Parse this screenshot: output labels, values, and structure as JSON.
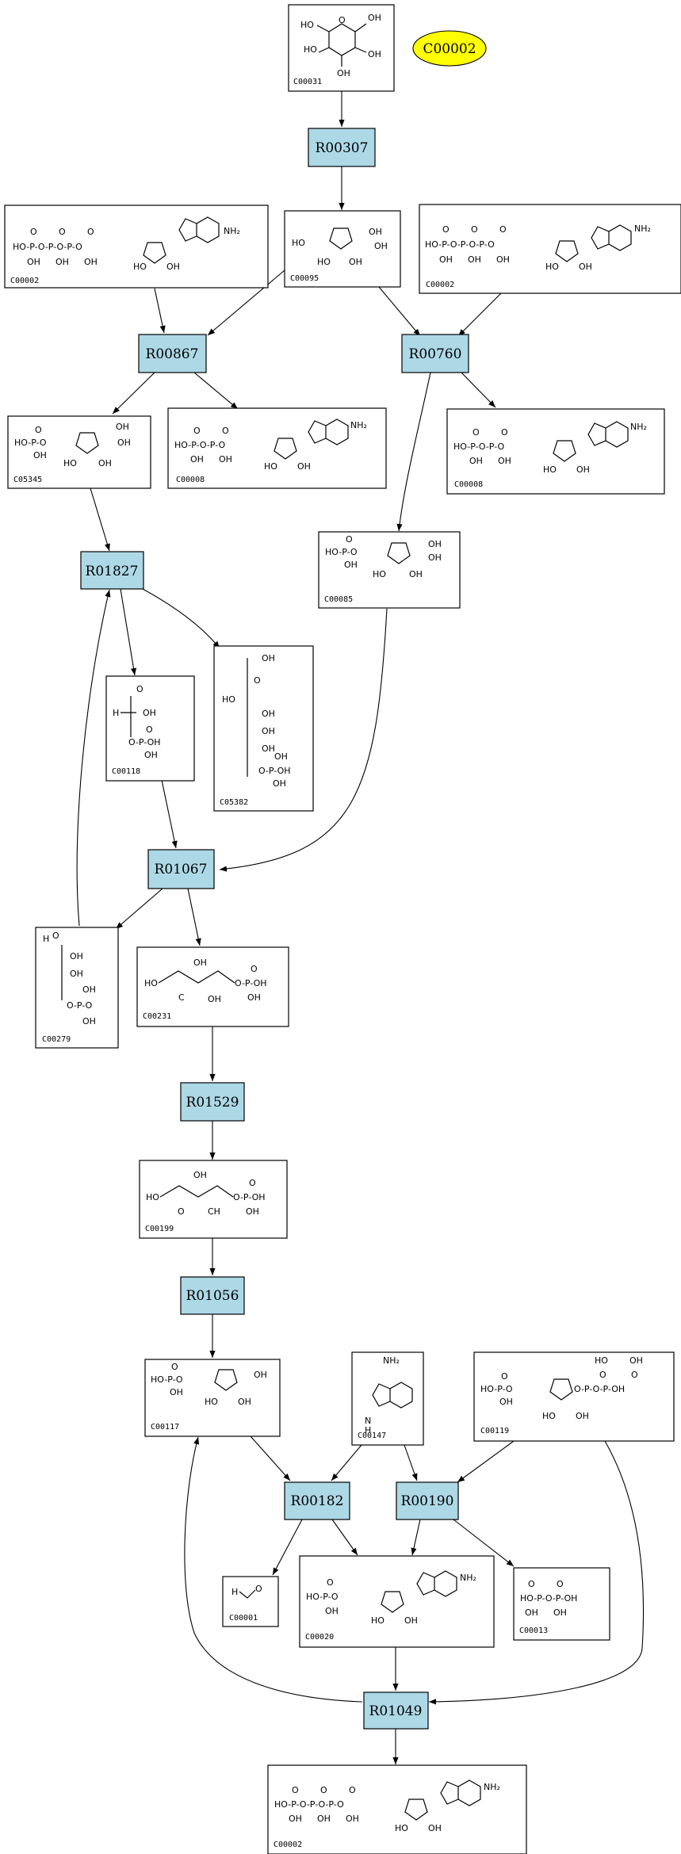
{
  "diagram": {
    "highlight": {
      "label": "C00002",
      "fill": "#FFFF00"
    },
    "colors": {
      "reaction_fill": "#ADD8E6",
      "compound_fill": "#FFFFFF",
      "stroke": "#000000"
    },
    "nodes": [
      {
        "id": "n_c00031",
        "kind": "compound",
        "label": "C00031"
      },
      {
        "id": "n_r00307",
        "kind": "reaction",
        "label": "R00307"
      },
      {
        "id": "n_c00002a",
        "kind": "compound",
        "label": "C00002"
      },
      {
        "id": "n_c00095",
        "kind": "compound",
        "label": "C00095"
      },
      {
        "id": "n_c00002b",
        "kind": "compound",
        "label": "C00002"
      },
      {
        "id": "n_r00867",
        "kind": "reaction",
        "label": "R00867"
      },
      {
        "id": "n_r00760",
        "kind": "reaction",
        "label": "R00760"
      },
      {
        "id": "n_c05345",
        "kind": "compound",
        "label": "C05345"
      },
      {
        "id": "n_c00008a",
        "kind": "compound",
        "label": "C00008"
      },
      {
        "id": "n_c00008b",
        "kind": "compound",
        "label": "C00008"
      },
      {
        "id": "n_c00085",
        "kind": "compound",
        "label": "C00085"
      },
      {
        "id": "n_r01827",
        "kind": "reaction",
        "label": "R01827"
      },
      {
        "id": "n_c00118",
        "kind": "compound",
        "label": "C00118"
      },
      {
        "id": "n_c05382",
        "kind": "compound",
        "label": "C05382"
      },
      {
        "id": "n_r01067",
        "kind": "reaction",
        "label": "R01067"
      },
      {
        "id": "n_c00279",
        "kind": "compound",
        "label": "C00279"
      },
      {
        "id": "n_c00231",
        "kind": "compound",
        "label": "C00231"
      },
      {
        "id": "n_r01529",
        "kind": "reaction",
        "label": "R01529"
      },
      {
        "id": "n_c00199",
        "kind": "compound",
        "label": "C00199"
      },
      {
        "id": "n_r01056",
        "kind": "reaction",
        "label": "R01056"
      },
      {
        "id": "n_c00117",
        "kind": "compound",
        "label": "C00117"
      },
      {
        "id": "n_c00147",
        "kind": "compound",
        "label": "C00147"
      },
      {
        "id": "n_c00119",
        "kind": "compound",
        "label": "C00119"
      },
      {
        "id": "n_r00182",
        "kind": "reaction",
        "label": "R00182"
      },
      {
        "id": "n_r00190",
        "kind": "reaction",
        "label": "R00190"
      },
      {
        "id": "n_c00001",
        "kind": "compound",
        "label": "C00001"
      },
      {
        "id": "n_c00020",
        "kind": "compound",
        "label": "C00020"
      },
      {
        "id": "n_c00013",
        "kind": "compound",
        "label": "C00013"
      },
      {
        "id": "n_r01049",
        "kind": "reaction",
        "label": "R01049"
      },
      {
        "id": "n_c00002c",
        "kind": "compound",
        "label": "C00002"
      }
    ],
    "edges": [
      [
        "n_c00031",
        "n_r00307"
      ],
      [
        "n_r00307",
        "n_c00095"
      ],
      [
        "n_c00002a",
        "n_r00867"
      ],
      [
        "n_c00095",
        "n_r00867"
      ],
      [
        "n_c00095",
        "n_r00760"
      ],
      [
        "n_c00002b",
        "n_r00760"
      ],
      [
        "n_r00867",
        "n_c05345"
      ],
      [
        "n_r00867",
        "n_c00008a"
      ],
      [
        "n_r00760",
        "n_c00008b"
      ],
      [
        "n_r00760",
        "n_c00085"
      ],
      [
        "n_c05345",
        "n_r01827"
      ],
      [
        "n_r01827",
        "n_c00118"
      ],
      [
        "n_r01827",
        "n_c05382"
      ],
      [
        "n_c00279",
        "n_r01827"
      ],
      [
        "n_c00118",
        "n_r01067"
      ],
      [
        "n_c00085",
        "n_r01067"
      ],
      [
        "n_r01067",
        "n_c00279"
      ],
      [
        "n_r01067",
        "n_c00231"
      ],
      [
        "n_c00231",
        "n_r01529"
      ],
      [
        "n_r01529",
        "n_c00199"
      ],
      [
        "n_c00199",
        "n_r01056"
      ],
      [
        "n_r01056",
        "n_c00117"
      ],
      [
        "n_c00117",
        "n_r00182"
      ],
      [
        "n_c00147",
        "n_r00182"
      ],
      [
        "n_c00147",
        "n_r00190"
      ],
      [
        "n_c00119",
        "n_r00190"
      ],
      [
        "n_r00182",
        "n_c00001"
      ],
      [
        "n_r00182",
        "n_c00020"
      ],
      [
        "n_r00190",
        "n_c00020"
      ],
      [
        "n_r00190",
        "n_c00013"
      ],
      [
        "n_c00020",
        "n_r01049"
      ],
      [
        "n_c00119",
        "n_r01049"
      ],
      [
        "n_r01049",
        "n_c00117"
      ],
      [
        "n_r01049",
        "n_c00002c"
      ]
    ]
  }
}
